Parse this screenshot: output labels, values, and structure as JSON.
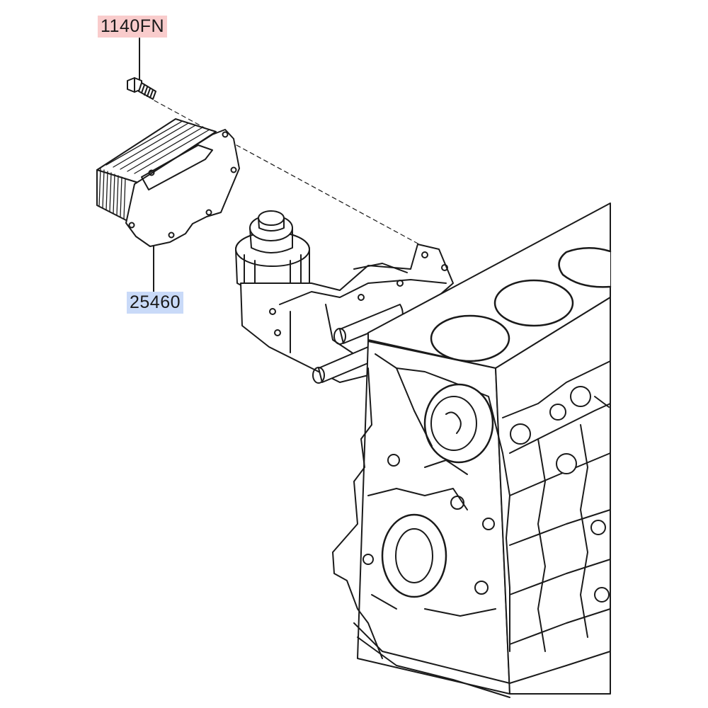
{
  "callouts": [
    {
      "label": "1140FN",
      "highlight": "#f9cccc",
      "part": "bolt"
    },
    {
      "label": "25460",
      "highlight": "#c9daf8",
      "part": "oil-cooler"
    }
  ]
}
